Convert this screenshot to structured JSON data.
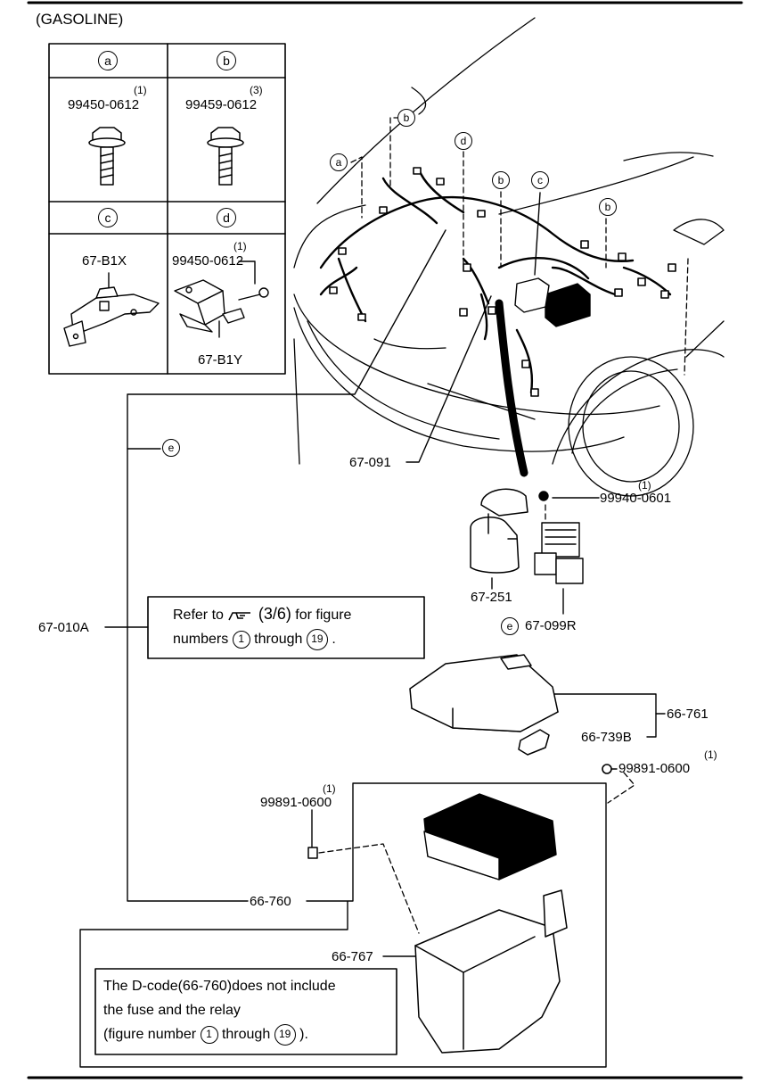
{
  "header": {
    "variant": "(GASOLINE)"
  },
  "legend": {
    "a": {
      "letter": "a",
      "part": "99450-0612",
      "qty": "(1)"
    },
    "b": {
      "letter": "b",
      "part": "99459-0612",
      "qty": "(3)"
    },
    "c": {
      "letter": "c",
      "part": "67-B1X"
    },
    "d": {
      "letter": "d",
      "part": "99450-0612",
      "qty": "(1)",
      "bracket": "67-B1Y"
    }
  },
  "callouts": {
    "a": "a",
    "b": "b",
    "c": "c",
    "d": "d",
    "e": "e"
  },
  "parts": {
    "p67_091": "67-091",
    "p99940": "99940-0601",
    "p99940_qty": "(1)",
    "p67_251": "67-251",
    "p67_099R": "67-099R",
    "p67_010A": "67-010A",
    "p66_761": "66-761",
    "p66_739B": "66-739B",
    "p99891_right": "99891-0600",
    "p99891_right_qty": "(1)",
    "p99891_left": "99891-0600",
    "p99891_left_qty": "(1)",
    "p66_760": "66-760",
    "p66_767": "66-767"
  },
  "refer_note": {
    "prefix": "Refer to",
    "ref": "(3/6)",
    "suffix": "for figure",
    "line2": "numbers",
    "n1": "1",
    "through": "through",
    "n2": "19",
    "end": "."
  },
  "dcode_note": {
    "line1": "The D-code(66-760)does not include",
    "line2": "the fuse and the relay",
    "line3a": "(figure number",
    "n1": "1",
    "through": "through",
    "n2": "19",
    "line3b": ")."
  }
}
